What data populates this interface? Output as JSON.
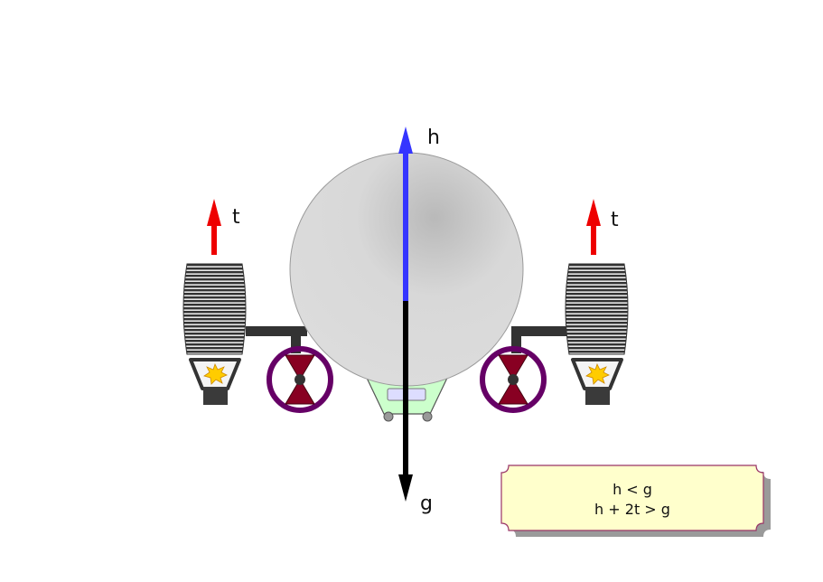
{
  "vectors": {
    "h_label": "h",
    "g_label": "g",
    "t_left_label": "t",
    "t_right_label": "t"
  },
  "condition_box": {
    "line1": "h < g",
    "line2": "h + 2t > g"
  },
  "colors": {
    "h_vector": "#3535ff",
    "g_vector": "#000000",
    "t_vector": "#ee0000",
    "balloon": "#d6d6d6",
    "valve_ring": "#660066",
    "valve_body": "#880022",
    "burner_flame": "#ffcc00",
    "gondola": "#ccffcc",
    "note_fill": "#ffffcc",
    "note_border": "#993366"
  },
  "icons": {
    "left_engine": "ribbed-engine-icon",
    "right_engine": "ribbed-engine-icon",
    "left_valve": "valve-wheel-icon",
    "right_valve": "valve-wheel-icon",
    "left_burner": "burner-flame-icon",
    "right_burner": "burner-flame-icon"
  }
}
